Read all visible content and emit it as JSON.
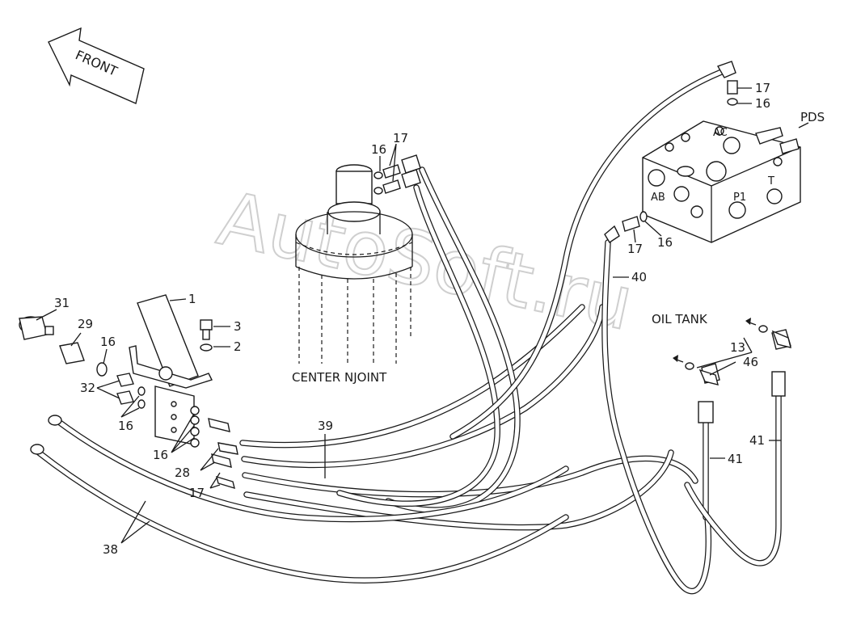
{
  "watermark": "AutoSoft.ru",
  "front_label": "FRONT",
  "titles": {
    "center_joint": "CENTER NJOINT",
    "oil_tank": "OIL TANK",
    "valve": "PDS"
  },
  "ports": {
    "ac": "AC",
    "ab": "AB",
    "p1": "P1",
    "t": "T"
  },
  "callouts": {
    "c1": "1",
    "c2": "2",
    "c3": "3",
    "c13": "13",
    "c16_valve_top": "16",
    "c16_valve_side": "16",
    "c16_joint": "16",
    "c16_left": "16",
    "c16_block_upper": "16",
    "c16_block_lower": "16",
    "c17_valve_top": "17",
    "c17_valve_side": "17",
    "c17_joint": "17",
    "c17_block": "17",
    "c28": "28",
    "c29": "29",
    "c31": "31",
    "c32": "32",
    "c38": "38",
    "c39": "39",
    "c40": "40",
    "c41_left": "41",
    "c41_right": "41",
    "c46": "46"
  }
}
